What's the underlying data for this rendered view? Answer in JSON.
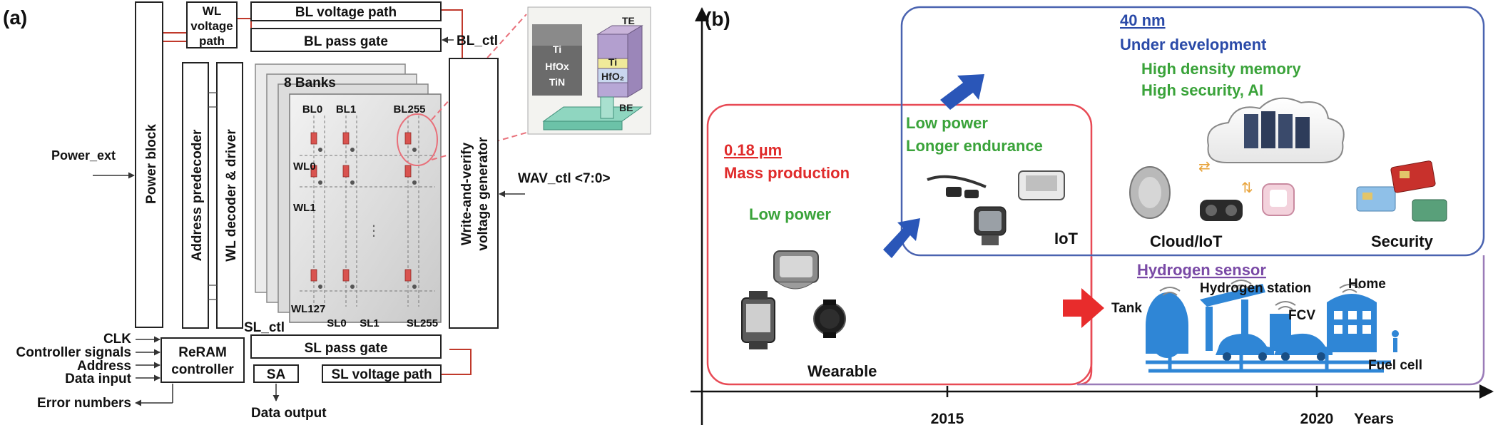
{
  "panel_a": {
    "label": "(a)",
    "power_ext": "Power_ext",
    "power_block": "Power block",
    "wl_voltage_path": [
      "WL",
      "voltage",
      "path"
    ],
    "address_predecoder": "Address predecoder",
    "wl_decoder_driver": "WL decoder & driver",
    "bl_voltage_path": "BL voltage path",
    "bl_pass_gate": "BL pass gate",
    "bl_ctl": "BL_ctl",
    "banks": "8 Banks",
    "bitlines": [
      "BL0",
      "BL1",
      "BL255"
    ],
    "wordlines": [
      "WL0",
      "WL1",
      "WL127"
    ],
    "sourcelines": [
      "SL0",
      "SL1",
      "SL255"
    ],
    "wav_generator": [
      "Write-and-verify",
      "voltage generator"
    ],
    "wav_ctl": "WAV_ctl <7:0>",
    "sl_ctl": "SL_ctl",
    "sl_pass_gate": "SL pass gate",
    "sa": "SA",
    "sl_voltage_path": "SL voltage path",
    "controller": [
      "ReRAM",
      "controller"
    ],
    "inputs": [
      "CLK",
      "Controller signals",
      "Address",
      "Data input"
    ],
    "error_numbers": "Error numbers",
    "data_output": "Data output",
    "stack": {
      "te": "TE",
      "be": "BE",
      "layers_left": [
        "Ti",
        "HfOx",
        "TiN"
      ],
      "layers_right": [
        "Ti",
        "HfO₂"
      ]
    }
  },
  "panel_b": {
    "label": "(b)",
    "node1": {
      "size": "0.18 µm",
      "status": "Mass production",
      "feature": "Low power",
      "app": "Wearable"
    },
    "iot": {
      "features": [
        "Low power",
        "Longer endurance"
      ],
      "app": "IoT"
    },
    "node2": {
      "size": "40 nm",
      "status": "Under development",
      "features": [
        "High density memory",
        "High security, AI"
      ]
    },
    "apps": [
      "Cloud/IoT",
      "Security"
    ],
    "hydrogen": {
      "title": "Hydrogen sensor",
      "labels": [
        "Tank",
        "Hydrogen station",
        "FCV",
        "Home",
        "Fuel cell"
      ]
    },
    "x_ticks": [
      "2015",
      "2020"
    ],
    "x_axis_label": "Years"
  }
}
